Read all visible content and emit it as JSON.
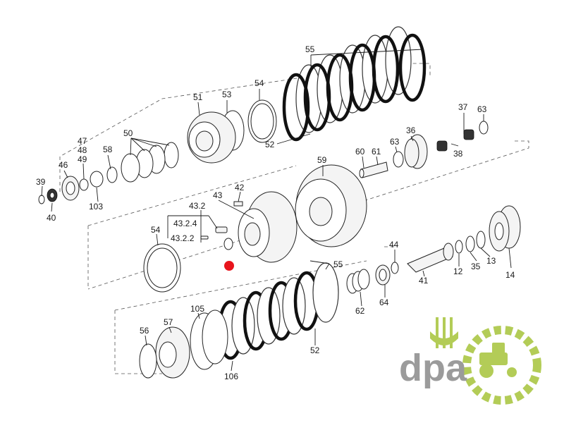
{
  "diagram": {
    "labels": {
      "p55a": "55",
      "p54a": "54",
      "p53": "53",
      "p51": "51",
      "p52a": "52",
      "p37": "37",
      "p63a": "63",
      "p36": "36",
      "p63b": "63",
      "p38": "38",
      "p60": "60",
      "p61": "61",
      "p50": "50",
      "p47": "47",
      "p48": "48",
      "p49": "49",
      "p58": "58",
      "p46": "46",
      "p39": "39",
      "p40": "40",
      "p103": "103",
      "p59": "59",
      "p42": "42",
      "p43": "43",
      "p43_2": "43.2",
      "p43_2_4": "43.2.4",
      "p43_2_2": "43.2.2",
      "p54b": "54",
      "p44": "44",
      "p41": "41",
      "p12": "12",
      "p35": "35",
      "p13": "13",
      "p14": "14",
      "p55b": "55",
      "p62": "62",
      "p64": "64",
      "p105": "105",
      "p57": "57",
      "p56": "56",
      "p106": "106",
      "p52b": "52"
    },
    "marker_color": "#e8141c"
  },
  "logo": {
    "text": "dpa",
    "green": "#a6c43a",
    "grey": "#8a8a8a"
  }
}
